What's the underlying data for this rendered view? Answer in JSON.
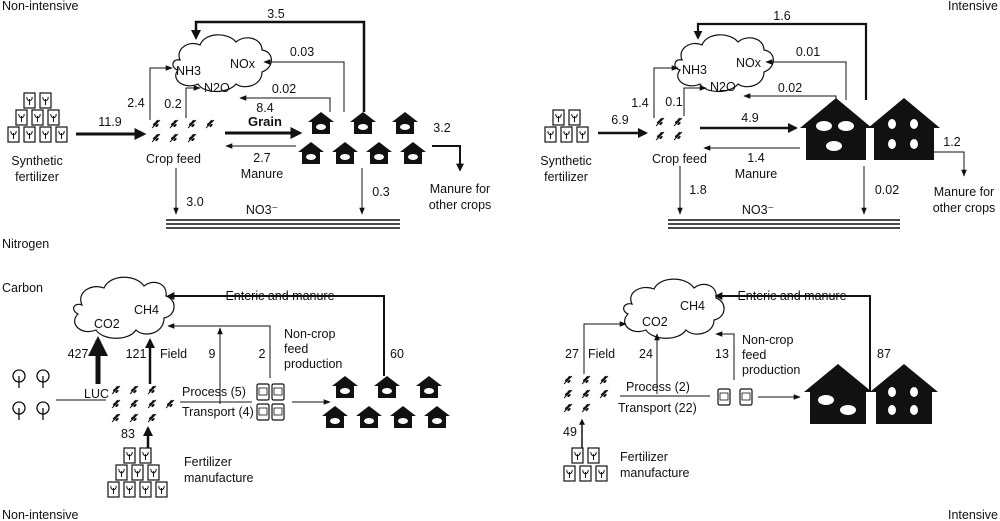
{
  "corners": {
    "top_left": "Non-intensive",
    "top_right": "Intensive",
    "bottom_left": "Non-intensive",
    "bottom_right": "Intensive"
  },
  "sections": {
    "nitrogen": "Nitrogen",
    "carbon": "Carbon"
  },
  "nitrogen_left": {
    "synthetic_fertilizer": [
      "Synthetic",
      "fertilizer"
    ],
    "crop_feed": "Crop feed",
    "nh3": "NH3",
    "nox": "NOx",
    "n2o": "N2O",
    "no3": "NO3⁻",
    "manure_for_other_crops": [
      "Manure for",
      "other crops"
    ],
    "grain": "Grain",
    "manure": "Manure",
    "v_fert": "11.9",
    "v_nh3": "2.4",
    "v_n2o": "0.2",
    "v_grain": "8.4",
    "v_manure": "2.7",
    "v_return": "3.5",
    "v_nox": "0.03",
    "v_n2o_an": "0.02",
    "v_other": "3.2",
    "v_leach_crop": "3.0",
    "v_leach_an": "0.3"
  },
  "nitrogen_right": {
    "synthetic_fertilizer": [
      "Synthetic",
      "fertilizer"
    ],
    "crop_feed": "Crop feed",
    "nh3": "NH3",
    "nox": "NOx",
    "n2o": "N2O",
    "no3": "NO3⁻",
    "manure_for_other_crops": [
      "Manure for",
      "other crops"
    ],
    "manure": "Manure",
    "v_fert": "6.9",
    "v_nh3": "1.4",
    "v_n2o": "0.1",
    "v_grain": "4.9",
    "v_manure": "1.4",
    "v_return": "1.6",
    "v_nox": "0.01",
    "v_n2o_an": "0.02",
    "v_other": "1.2",
    "v_leach_crop": "1.8",
    "v_leach_an": "0.02"
  },
  "carbon_left": {
    "co2": "CO2",
    "ch4": "CH4",
    "enteric": "Enteric and manure",
    "non_crop": [
      "Non-crop",
      "feed",
      "production"
    ],
    "field": "Field",
    "luc": "LUC",
    "process": "Process (5)",
    "transport": "Transport (4)",
    "fert_manu": [
      "Fertilizer",
      "manufacture"
    ],
    "v_luc": "427",
    "v_field": "121",
    "v_process": "9",
    "v_noncrop": "2",
    "v_enteric": "60",
    "v_fert": "83"
  },
  "carbon_right": {
    "co2": "CO2",
    "ch4": "CH4",
    "enteric": "Enteric and manure",
    "non_crop": [
      "Non-crop",
      "feed",
      "production"
    ],
    "field": "Field",
    "process": "Process (2)",
    "transport": "Transport (22)",
    "fert_manu": [
      "Fertilizer",
      "manufacture"
    ],
    "v_field": "27",
    "v_process": "24",
    "v_noncrop": "13",
    "v_enteric": "87",
    "v_fert": "49"
  }
}
